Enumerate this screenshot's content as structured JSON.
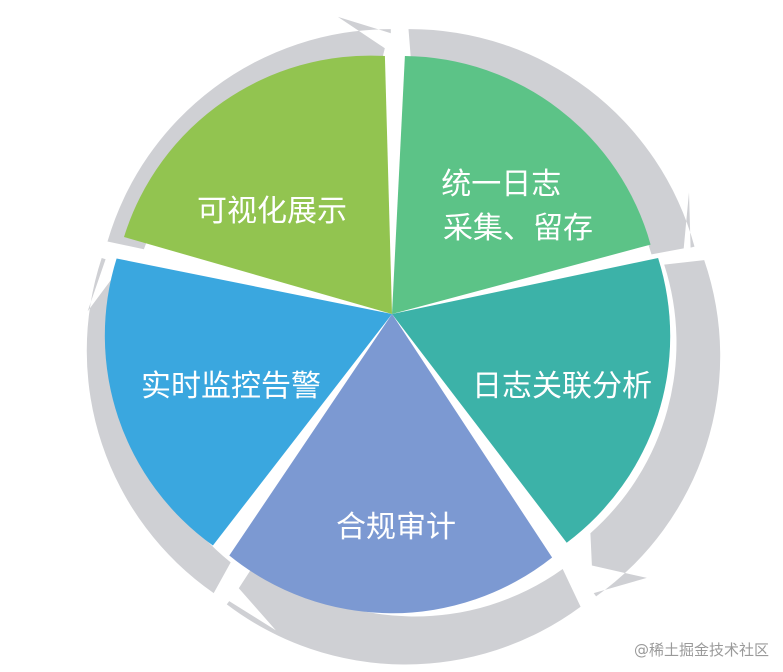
{
  "diagram": {
    "segments": [
      {
        "id": "log-collect",
        "lines": [
          "统一日志",
          "采集、留存"
        ],
        "color": "#5cc387"
      },
      {
        "id": "log-analysis",
        "lines": [
          "日志关联分析"
        ],
        "color": "#3cb2a8"
      },
      {
        "id": "compliance-audit",
        "lines": [
          "合规审计"
        ],
        "color": "#7c99d2"
      },
      {
        "id": "realtime-alert",
        "lines": [
          "实时监控告警"
        ],
        "color": "#3aa7df"
      },
      {
        "id": "visualization",
        "lines": [
          "可视化展示"
        ],
        "color": "#92c450"
      }
    ],
    "arrow_color": "#cfd0d4"
  },
  "watermark": "@稀土掘金技术社区"
}
